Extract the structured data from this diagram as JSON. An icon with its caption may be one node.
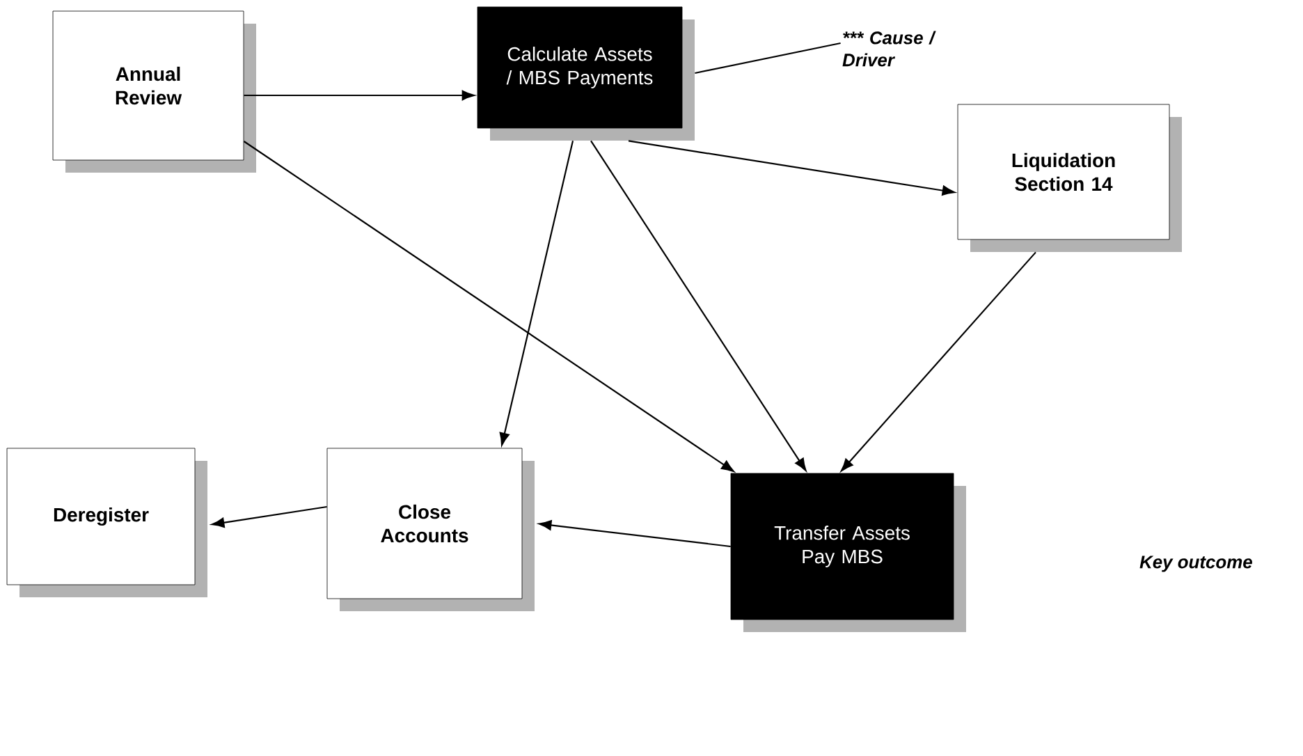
{
  "diagram": {
    "nodes": [
      {
        "text": [
          "Annual Review"
        ]
      },
      {
        "text": [
          "Calculate Assets / MBS Payments"
        ]
      },
      {
        "text": [
          "*** Cause / Driver"
        ]
      },
      {
        "text": [
          "Liquidation Section 14"
        ]
      },
      {
        "text": [
          "Deregister"
        ]
      },
      {
        "text": [
          "Close Accounts"
        ]
      },
      {
        "text": [
          "Transfer Assets Pay MBS"
        ]
      }
    ],
    "edges": [
      {
        "from": 0,
        "to": 1,
        "arrow": "to"
      },
      {
        "from": 1,
        "to": 2,
        "arrow": "none"
      },
      {
        "from": 0,
        "to": 6,
        "arrow": "to"
      },
      {
        "from": 1,
        "to": 5,
        "arrow": "to"
      },
      {
        "from": 1,
        "to": 6,
        "arrow": "to"
      },
      {
        "from": 1,
        "to": 3,
        "arrow": "to"
      },
      {
        "from": 3,
        "to": 6,
        "arrow": "to"
      },
      {
        "from": 6,
        "to": 5,
        "arrow": "to"
      },
      {
        "from": 5,
        "to": 4,
        "arrow": "to"
      }
    ],
    "labels": [
      "Key outcome"
    ]
  }
}
